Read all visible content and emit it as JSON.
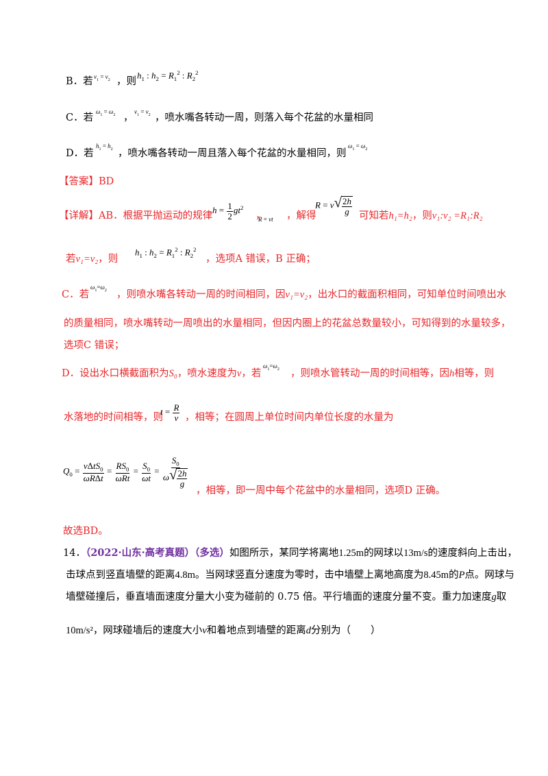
{
  "options": {
    "B": {
      "prefix": "B．若",
      "cond": "v₁ = v₂",
      "mid": "，则",
      "result": "h₁ : h₂ = R₁² : R₂²"
    },
    "C": {
      "prefix": "C．若",
      "cond1": "ω₁ = ω₂",
      "sep": "，",
      "cond2": "v₁ = v₂",
      "text": "，喷水嘴各转动一周，则落入每个花盆的水量相同"
    },
    "D": {
      "prefix": "D．若",
      "cond": "h₁ = h₂",
      "text": "，喷水嘴各转动一周且落入每个花盆的水量相同，则",
      "result": "ω₁ = ω₂"
    }
  },
  "answer": {
    "label": "【答案】BD"
  },
  "detail": {
    "label": "【详解】",
    "ab_intro": "AB．根据平抛运动的规律",
    "eq_h": "h = ½gt²",
    "comma1": "，",
    "eq_r": "R = vt",
    "solve": "，解得",
    "eq_R": "R = v√(2h/g)",
    "know": "可知若",
    "h_eq": "h₁=h₂",
    "then": "，则",
    "ratio": "v₁:v₂ =R₁:R₂",
    "line2_if": "若",
    "v_eq": "v₁=v₂",
    "line2_then": "，则",
    "line2_eq": "h₁ : h₂ = R₁² : R₂²",
    "line2_rest": "，选项A 错误，B 正确；",
    "c_prefix": "C．若",
    "c_eq": "ω₁=ω₂",
    "c_text1": "，则喷水嘴各转动一周的时间相同，因",
    "c_v": "v₁=v₂",
    "c_text2": "，出水口的截面积相同，可知单位时间喷出水",
    "c_line2": "的质量相同，喷水嘴转动一周喷出的水量相同，但因内圈上的花盆总数量较小，可知得到的水量较多，",
    "c_line3": "选项C 错误；",
    "d_text1": "D．设出水口横截面积为",
    "d_s0": "S₀",
    "d_text2": "，喷水速度为",
    "d_v": "v",
    "d_text3": "，若",
    "d_eq": "ω₁=ω₂",
    "d_text4": "，则喷水管转动一周的时间相等，因",
    "d_h": "h",
    "d_text5": "相等，则",
    "d_line2a": "水落地的时间相等，则",
    "d_t": "t = R/v",
    "d_line2b": "，相等；在圆周上单位时间内单位长度的水量为",
    "q_eq": "Q₀ = vΔtS₀/(ωRΔt) = RS₀/(ωRt) = S₀/(ωt) = S₀/(ω√(2h/g))",
    "q_rest": "，相等，即一周中每个花盆中的水量相同，选项D 正确。",
    "final": "故选BD。"
  },
  "question14": {
    "num": "14．",
    "source": "（2022·山东·高考真题）（多选）",
    "t1": "如图所示，某同学将离地",
    "h0": "1.25m",
    "t2": "的网球以",
    "v0": "13m/s",
    "t3": "的速度斜向上击出，",
    "t4": "击球点到竖直墙壁的距离",
    "dist": "4.8m",
    "t5": "。当网球竖直分速度为零时，击中墙壁上离地高度为",
    "hp": "8.45m",
    "t6": "的",
    "p": "P",
    "t7": "点。网球与",
    "t8": "墙壁碰撞后，垂直墙面速度分量大小变为碰前的 0.75 倍。平行墙面的速度分量不变。重力加速度",
    "g": "g",
    "t9": "取",
    "gval": "10m/s²",
    "t10": "，网球碰墙后的速度大小",
    "v": "v",
    "t11": "和着地点到墙壁的距离",
    "d": "d",
    "t12": "分别为（　　）"
  }
}
